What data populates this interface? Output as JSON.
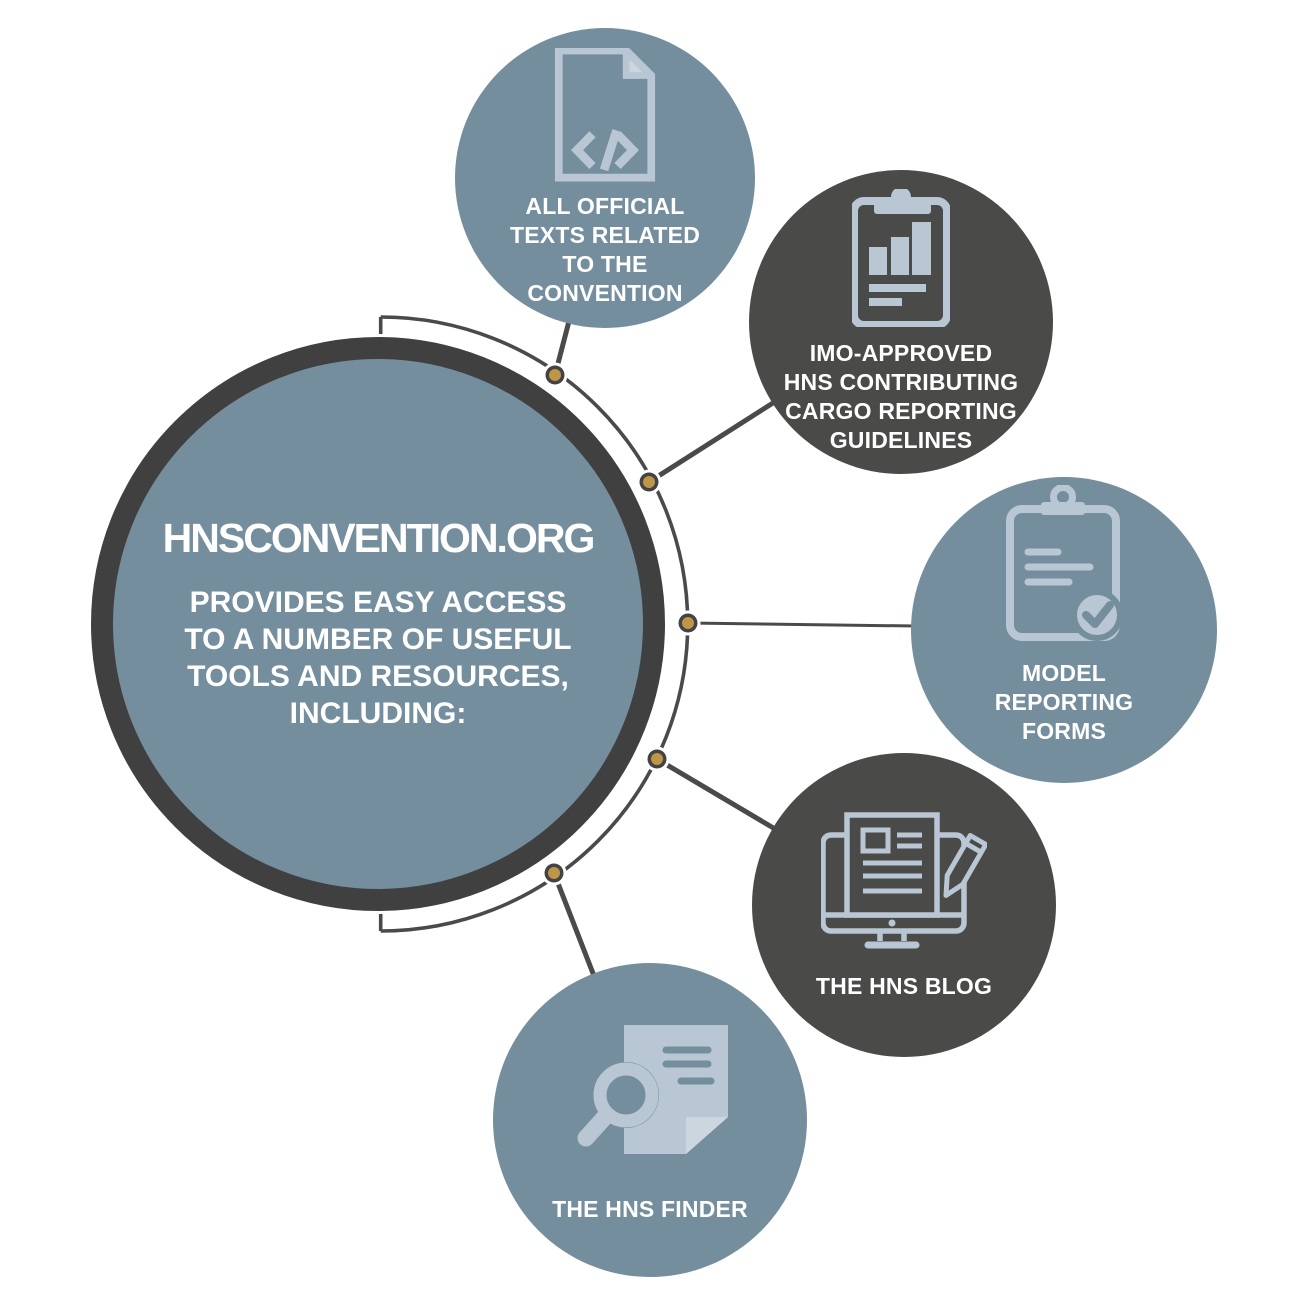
{
  "colors": {
    "background": "#ffffff",
    "blue_circle": "#748e9e",
    "dark_circle": "#4a4a48",
    "main_ring": "#404040",
    "connector_line": "#4a4a4a",
    "dot_gold": "#bf9547",
    "icon_light": "#b9c6d3",
    "text": "#ffffff"
  },
  "main": {
    "title": "HNSCONVENTION.ORG",
    "subtitle_lines": [
      "PROVIDES EASY ACCESS",
      "TO A NUMBER OF USEFUL",
      "TOOLS AND RESOURCES,",
      "INCLUDING:"
    ]
  },
  "nodes": [
    {
      "id": "official-texts",
      "label_lines": [
        "ALL OFFICIAL",
        "TEXTS RELATED",
        "TO THE",
        "CONVENTION"
      ],
      "icon": "code-document-icon",
      "style": "blue"
    },
    {
      "id": "reporting-guidelines",
      "label_lines": [
        "IMO-APPROVED",
        "HNS CONTRIBUTING",
        "CARGO REPORTING",
        "GUIDELINES"
      ],
      "icon": "clipboard-chart-icon",
      "style": "dark"
    },
    {
      "id": "model-forms",
      "label_lines": [
        "MODEL",
        "REPORTING",
        "FORMS"
      ],
      "icon": "clipboard-check-icon",
      "style": "blue"
    },
    {
      "id": "hns-blog",
      "label_lines": [
        "THE HNS BLOG"
      ],
      "icon": "blog-laptop-icon",
      "style": "dark"
    },
    {
      "id": "hns-finder",
      "label_lines": [
        "THE HNS FINDER"
      ],
      "icon": "search-document-icon",
      "style": "blue"
    }
  ]
}
